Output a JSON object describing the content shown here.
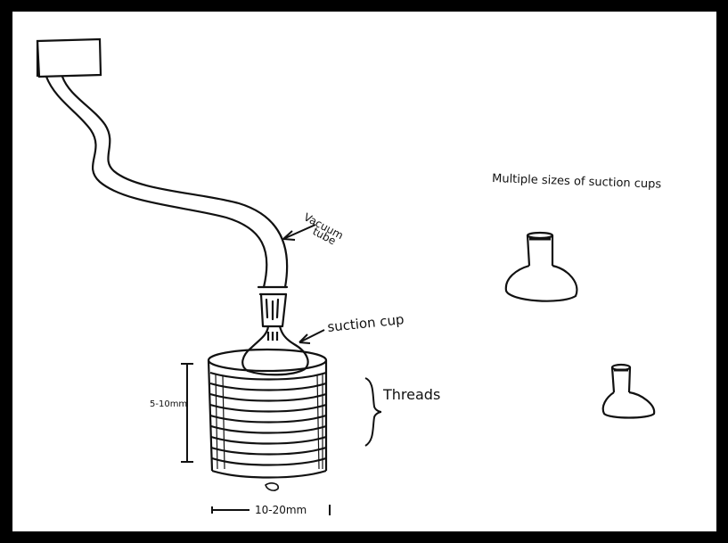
{
  "labels": {
    "vacuum_tube_line1": "Vacuum",
    "vacuum_tube_line2": "tube",
    "suction_cup": "suction cup",
    "threads": "Threads",
    "height_dim": "5-10mm",
    "width_dim": "10-20mm",
    "multiple_sizes": "Multiple sizes of suction cups"
  },
  "colors": {
    "ink": "#111111",
    "paper": "#ffffff",
    "frame": "#000000"
  }
}
